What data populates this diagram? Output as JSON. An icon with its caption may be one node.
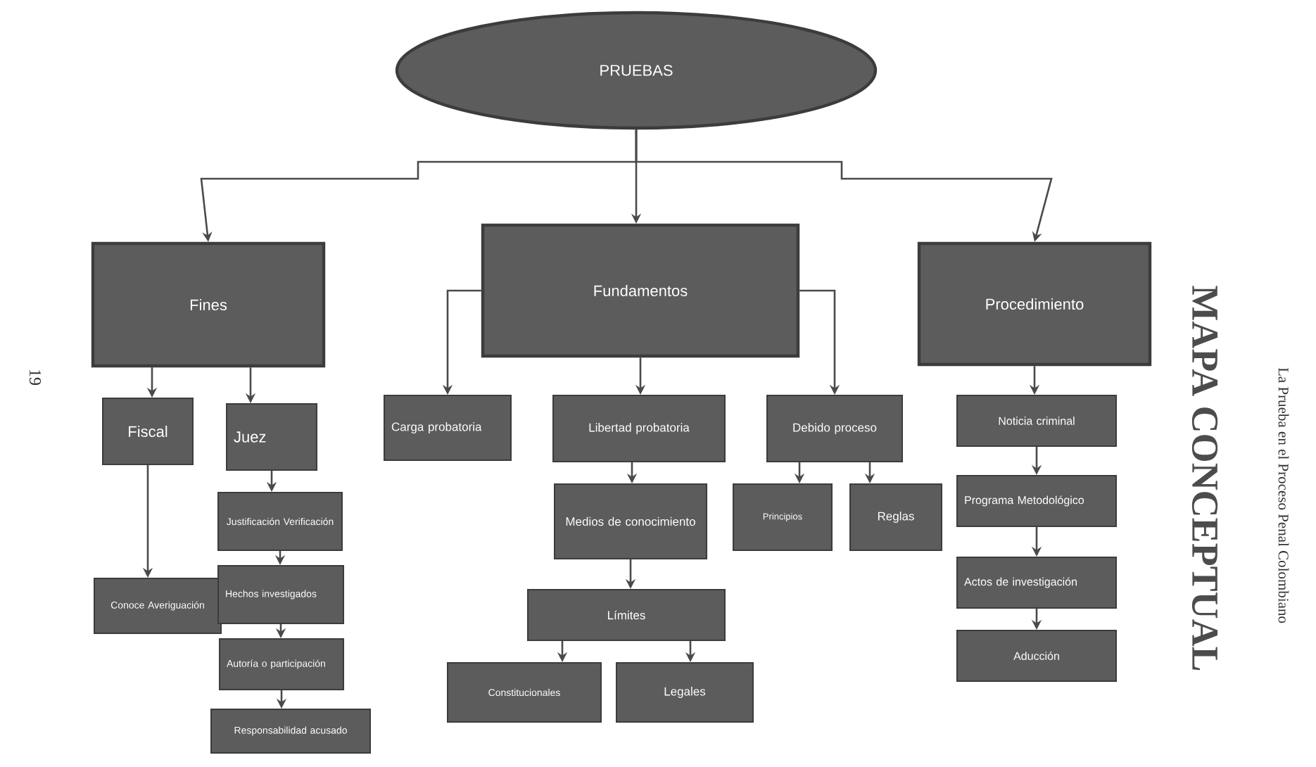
{
  "diagram": {
    "title": "MAPA CONCEPTUAL",
    "nodes": [
      {
        "text": [
          "PRUEBAS"
        ]
      },
      {
        "text": [
          "Fines"
        ]
      },
      {
        "text": [
          "Fundamentos"
        ]
      },
      {
        "text": [
          "Procedimiento"
        ]
      },
      {
        "text": [
          "Fiscal"
        ]
      },
      {
        "text": [
          "Juez"
        ]
      },
      {
        "text": [
          "Justificación Verificación"
        ]
      },
      {
        "text": [
          "Conoce Averiguación"
        ]
      },
      {
        "text": [
          "Hechos investigados"
        ]
      },
      {
        "text": [
          "Autoría o participación"
        ]
      },
      {
        "text": [
          "Responsabilidad acusado"
        ]
      },
      {
        "text": [
          "Carga probatoria"
        ]
      },
      {
        "text": [
          "Libertad probatoria"
        ]
      },
      {
        "text": [
          "Medios de conocimiento"
        ]
      },
      {
        "text": [
          "Límites"
        ]
      },
      {
        "text": [
          "Constitucionales"
        ]
      },
      {
        "text": [
          "Legales"
        ]
      },
      {
        "text": [
          "Debido proceso"
        ]
      },
      {
        "text": [
          "Principios"
        ]
      },
      {
        "text": [
          "Reglas"
        ]
      },
      {
        "text": [
          "Noticia criminal"
        ]
      },
      {
        "text": [
          "Programa Metodológico"
        ]
      },
      {
        "text": [
          "Actos de investigación"
        ]
      },
      {
        "text": [
          "Aducción"
        ]
      }
    ],
    "edges": [
      {
        "from": 0,
        "to": 1,
        "arrow": "to"
      },
      {
        "from": 0,
        "to": 2,
        "arrow": "to"
      },
      {
        "from": 0,
        "to": 3,
        "arrow": "to"
      },
      {
        "from": 1,
        "to": 4,
        "arrow": "to"
      },
      {
        "from": 1,
        "to": 5,
        "arrow": "to"
      },
      {
        "from": 4,
        "to": 7,
        "arrow": "to"
      },
      {
        "from": 5,
        "to": 6,
        "arrow": "to"
      },
      {
        "from": 6,
        "to": 8,
        "arrow": "to"
      },
      {
        "from": 8,
        "to": 9,
        "arrow": "to"
      },
      {
        "from": 9,
        "to": 10,
        "arrow": "to"
      },
      {
        "from": 2,
        "to": 11,
        "arrow": "to"
      },
      {
        "from": 2,
        "to": 12,
        "arrow": "to"
      },
      {
        "from": 2,
        "to": 17,
        "arrow": "to"
      },
      {
        "from": 12,
        "to": 13,
        "arrow": "to"
      },
      {
        "from": 13,
        "to": 14,
        "arrow": "to"
      },
      {
        "from": 14,
        "to": 15,
        "arrow": "to"
      },
      {
        "from": 14,
        "to": 16,
        "arrow": "to"
      },
      {
        "from": 17,
        "to": 18,
        "arrow": "to"
      },
      {
        "from": 17,
        "to": 19,
        "arrow": "to"
      },
      {
        "from": 3,
        "to": 20,
        "arrow": "to"
      },
      {
        "from": 20,
        "to": 21,
        "arrow": "to"
      },
      {
        "from": 21,
        "to": 22,
        "arrow": "to"
      },
      {
        "from": 22,
        "to": 23,
        "arrow": "to"
      }
    ],
    "labels": [
      "19",
      "La Prueba en el Proceso Penal Colombiano"
    ]
  }
}
